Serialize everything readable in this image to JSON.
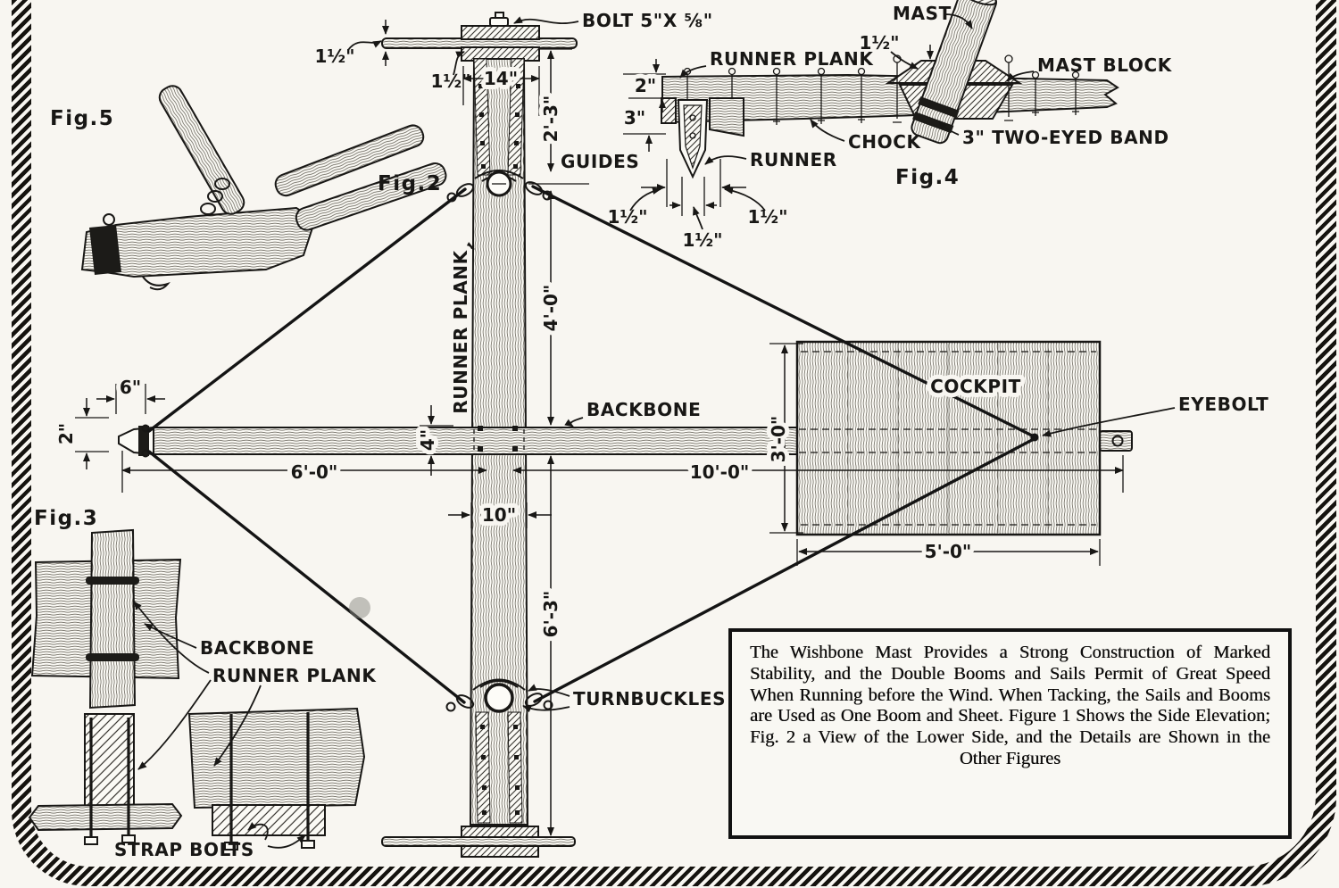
{
  "caption": {
    "text": "The Wishbone Mast Provides a Strong Construction of Marked Stability, and the Double Booms and Sails Permit of Great Speed When Running before the Wind. When Tacking, the Sails and Booms are Used as One Boom and Sheet.  Figure 1 Shows the Side Elevation; Fig. 2 a View of the Lower Side, and the Details are Shown in the Other Figures"
  },
  "fig2": {
    "label": "Fig.2",
    "callouts": {
      "bolt": "BOLT 5\"X ⅝\"",
      "guides": "GUIDES",
      "runner_plank": "RUNNER PLANK",
      "backbone": "BACKBONE",
      "cockpit": "COCKPIT",
      "eyebolt": "EYEBOLT",
      "turnbuckles": "TURNBUCKLES"
    },
    "dims": {
      "half_in": "1½\"",
      "w14": "14\"",
      "h2_3": "2'-3\"",
      "h4_0": "4'-0\"",
      "h6_3": "6'-3\"",
      "nose6": "6\"",
      "nose2": "2\"",
      "bb4": "4\"",
      "plank10": "10\"",
      "len6_0": "6'-0\"",
      "len10_0": "10'-0\"",
      "ck3_0": "3'-0\"",
      "ck5_0": "5'-0\""
    }
  },
  "fig3": {
    "label": "Fig.3",
    "callouts": {
      "backbone": "BACKBONE",
      "runner_plank": "RUNNER PLANK",
      "strap_bolts": "STRAP BOLTS"
    }
  },
  "fig4": {
    "label": "Fig.4",
    "callouts": {
      "mast": "MAST",
      "runner_plank": "RUNNER PLANK",
      "mast_block": "MAST BLOCK",
      "chock": "CHOCK",
      "runner": "RUNNER",
      "band": "3\" TWO-EYED BAND"
    },
    "dims": {
      "t2": "2\"",
      "t3": "3\"",
      "half_in": "1½\""
    }
  },
  "fig5": {
    "label": "Fig.5"
  },
  "colors": {
    "ink": "#181715",
    "paper": "#f8f6f1"
  }
}
